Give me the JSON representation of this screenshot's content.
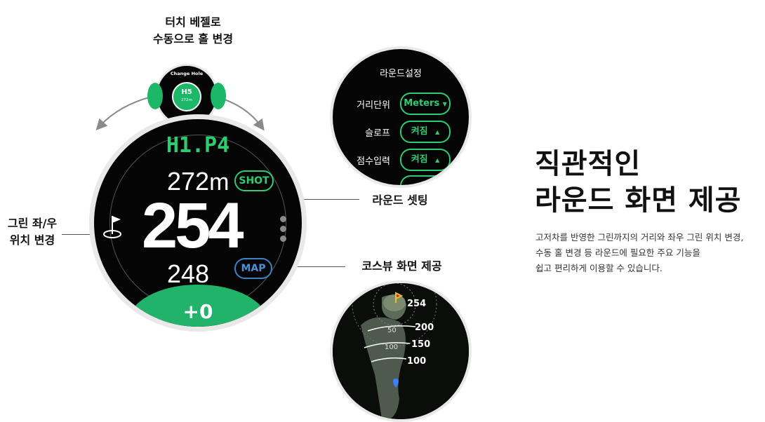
{
  "callouts": {
    "touch_bezel_line1": "터치 베젤로",
    "touch_bezel_line2": "수동으로 홀 변경",
    "green_lr_line1": "그린 좌/우",
    "green_lr_line2": "위치 변경",
    "round_setting": "라운드 셋팅",
    "course_view": "코스뷰 화면 제공"
  },
  "change_hole_watch": {
    "title": "Change Hole",
    "hole": "H5",
    "distance": "272m"
  },
  "main_watch": {
    "hole_title": "H1.P4",
    "distance_back": "272",
    "distance_unit": "m",
    "distance_center": "254",
    "distance_front": "248",
    "shot_button": "SHOT",
    "map_button": "MAP",
    "score": "+0"
  },
  "settings_watch": {
    "title": "라운드설정",
    "rows": [
      {
        "label": "거리단위",
        "value": "Meters",
        "arrow": "▼"
      },
      {
        "label": "슬로프",
        "value": "켜짐",
        "arrow": "▲"
      },
      {
        "label": "점수입력",
        "value": "켜짐",
        "arrow": "▲"
      }
    ]
  },
  "map_watch": {
    "labels": [
      "254",
      "200",
      "150",
      "100"
    ],
    "ring_labels": [
      "50",
      "100"
    ]
  },
  "headline": {
    "line1": "직관적인",
    "line2": "라운드 화면 제공"
  },
  "description": {
    "line1": "고저차를 반영한 그린까지의 거리와 좌우 그린 위치 변경,",
    "line2": "수동 홀 변경 등 라운드에 필요한 주요 기능을",
    "line3": "쉽고 편리하게 이용할 수 있습니다."
  },
  "colors": {
    "accent_green": "#2ecc71",
    "map_blue": "#4a90d9",
    "score_green": "#21b36a"
  }
}
